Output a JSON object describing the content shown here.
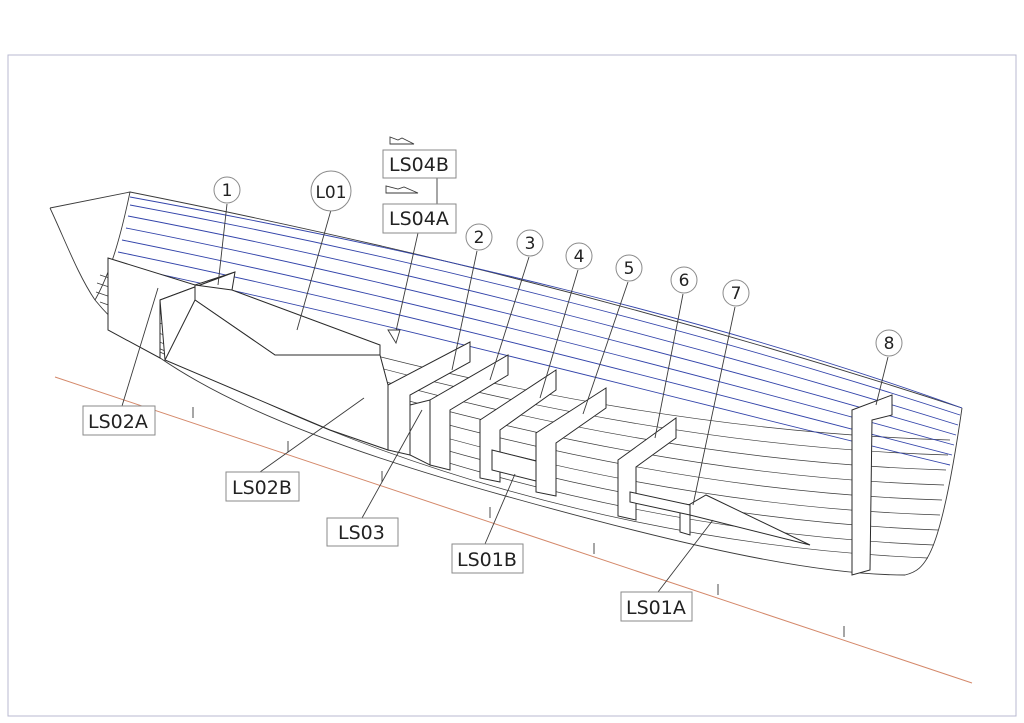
{
  "colors": {
    "frame": "#b8b8d0",
    "hull_outline": "#3a3a3a",
    "planking_blue": "#3344aa",
    "keel_line": "#d4886a"
  },
  "callouts": {
    "ls04b": "LS04B",
    "ls04a": "LS04A",
    "l01": "L01",
    "ls02a": "LS02A",
    "ls02b": "LS02B",
    "ls03": "LS03",
    "ls01b": "LS01B",
    "ls01a": "LS01A"
  },
  "frames": [
    "1",
    "2",
    "3",
    "4",
    "5",
    "6",
    "7",
    "8"
  ]
}
